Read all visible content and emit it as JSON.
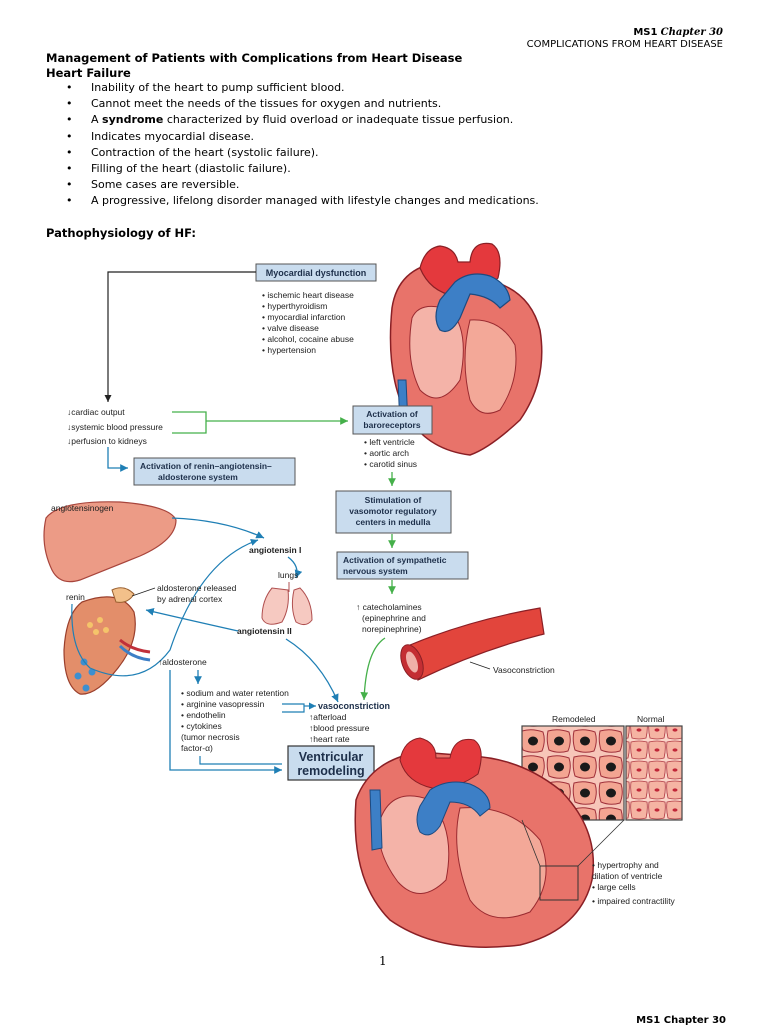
{
  "header": {
    "code": "MS1",
    "chapter": "Chapter 30",
    "subtitle": "COMPLICATIONS FROM HEART DISEASE"
  },
  "title": {
    "line1": "Management of Patients with Complications from Heart Disease",
    "line2": "Heart Failure"
  },
  "bullets": {
    "b1": "Inability of the heart to pump sufficient blood.",
    "b2": "Cannot meet the needs of the tissues for oxygen and nutrients.",
    "b3_pre": "A ",
    "b3_bold": "syndrome",
    "b3_post": " characterized by fluid overload or inadequate tissue perfusion.",
    "b4": "Indicates myocardial disease.",
    "b5": "Contraction of the heart (systolic failure).",
    "b6": "Filling of the heart (diastolic failure).",
    "b7": "Some cases are reversible.",
    "b8": "A progressive, lifelong disorder managed with lifestyle changes and medications."
  },
  "section_heading": "Pathophysiology of HF:",
  "diagram": {
    "myocardial_dysfunction": "Myocardial dysfunction",
    "causes": [
      "• ischemic heart disease",
      "• hyperthyroidism",
      "• myocardial infarction",
      "• valve disease",
      "• alcohol, cocaine abuse",
      "• hypertension"
    ],
    "decreases": [
      "↓cardiac output",
      "↓systemic blood pressure",
      "↓perfusion to kidneys"
    ],
    "baroreceptors": [
      "Activation of",
      "baroreceptors"
    ],
    "baro_sites": [
      "• left ventricle",
      "• aortic arch",
      "• carotid sinus"
    ],
    "raas": [
      "Activation of renin–angiotensin–",
      "aldosterone system"
    ],
    "vasomotor": [
      "Stimulation of",
      "vasomotor regulatory",
      "centers in medulla"
    ],
    "sympathetic": [
      "Activation of sympathetic",
      "nervous system"
    ],
    "catecholamines": [
      "↑ catecholamines",
      "(epinephrine and",
      "norepinephrine)"
    ],
    "angiotensinogen": "angiotensinogen",
    "angiotensin1": "angiotensin I",
    "lungs": "lungs",
    "angiotensin2": "angiotensin II",
    "renin": "renin",
    "aldosterone_released": [
      "aldosterone released",
      "by adrenal cortex"
    ],
    "vasoconstriction_label": "Vasoconstriction",
    "aldosterone": "↑aldosterone",
    "retention": [
      "• sodium and water retention",
      "• arginine vasopressin",
      "• endothelin",
      "• cytokines",
      "  (tumor necrosis",
      "  factor-α)"
    ],
    "vasoconstriction": "vasoconstriction",
    "vaso_effects": [
      "↑afterload",
      "↑blood pressure",
      "↑heart rate"
    ],
    "remodeling": [
      "Ventricular",
      "remodeling"
    ],
    "remodeled": "Remodeled",
    "normal": "Normal",
    "heart_effects": [
      "• hypertrophy and",
      "  dilation of ventricle",
      "• large cells",
      "• impaired contractility"
    ]
  },
  "page_number": "1",
  "footer_partial": "MS1 Chapter 30"
}
